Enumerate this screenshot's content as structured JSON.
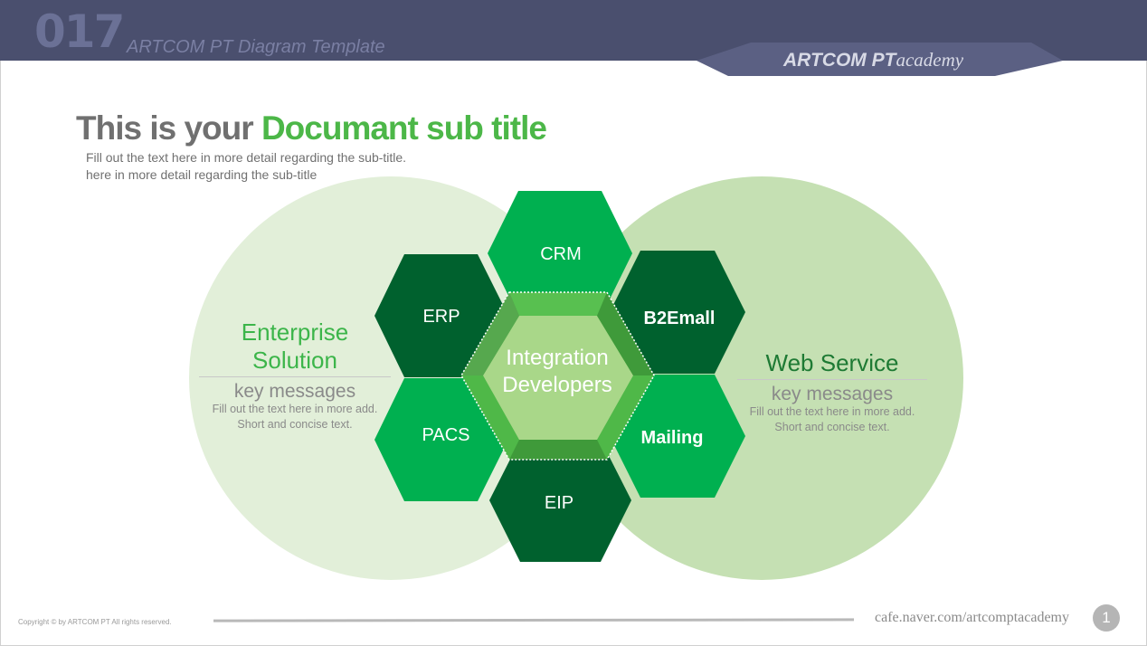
{
  "header": {
    "slide_number": "017",
    "template_title": "ARTCOM PT Diagram Template",
    "brand_bold": "ARTCOM PT",
    "brand_light": "academy"
  },
  "document": {
    "title_plain": "This is your ",
    "title_accent": "Documant sub title",
    "description_lines": [
      "Fill out the text here in more detail regarding the sub-title.",
      "here in more detail regarding the sub-title"
    ]
  },
  "diagram": {
    "center_lines": [
      "Integration",
      "Developers"
    ],
    "hexagons": [
      {
        "label": "CRM",
        "color": "#00b050"
      },
      {
        "label": "ERP",
        "color": "#00612e"
      },
      {
        "label": "B2Emall",
        "color": "#00612e"
      },
      {
        "label": "PACS",
        "color": "#00b050"
      },
      {
        "label": "Mailing",
        "color": "#00b050"
      },
      {
        "label": "EIP",
        "color": "#00612e"
      }
    ],
    "left": {
      "title_lines": [
        "Enterprise",
        "Solution"
      ],
      "subtitle": "key messages",
      "desc_lines": [
        "Fill out the text here in more add.",
        "Short and concise text."
      ],
      "title_color": "#3cb54a",
      "circle_color": "#e2efd9"
    },
    "right": {
      "title_lines": [
        "Web Service"
      ],
      "subtitle": "key messages",
      "desc_lines": [
        "Fill out the text here in more add.",
        "Short and concise text."
      ],
      "title_color": "#1e7a34",
      "circle_color": "#c5e0b3"
    }
  },
  "footer": {
    "copyright": "Copyright © by ARTCOM PT All rights reserved.",
    "url": "cafe.naver.com/artcomptacademy",
    "page": "1"
  }
}
